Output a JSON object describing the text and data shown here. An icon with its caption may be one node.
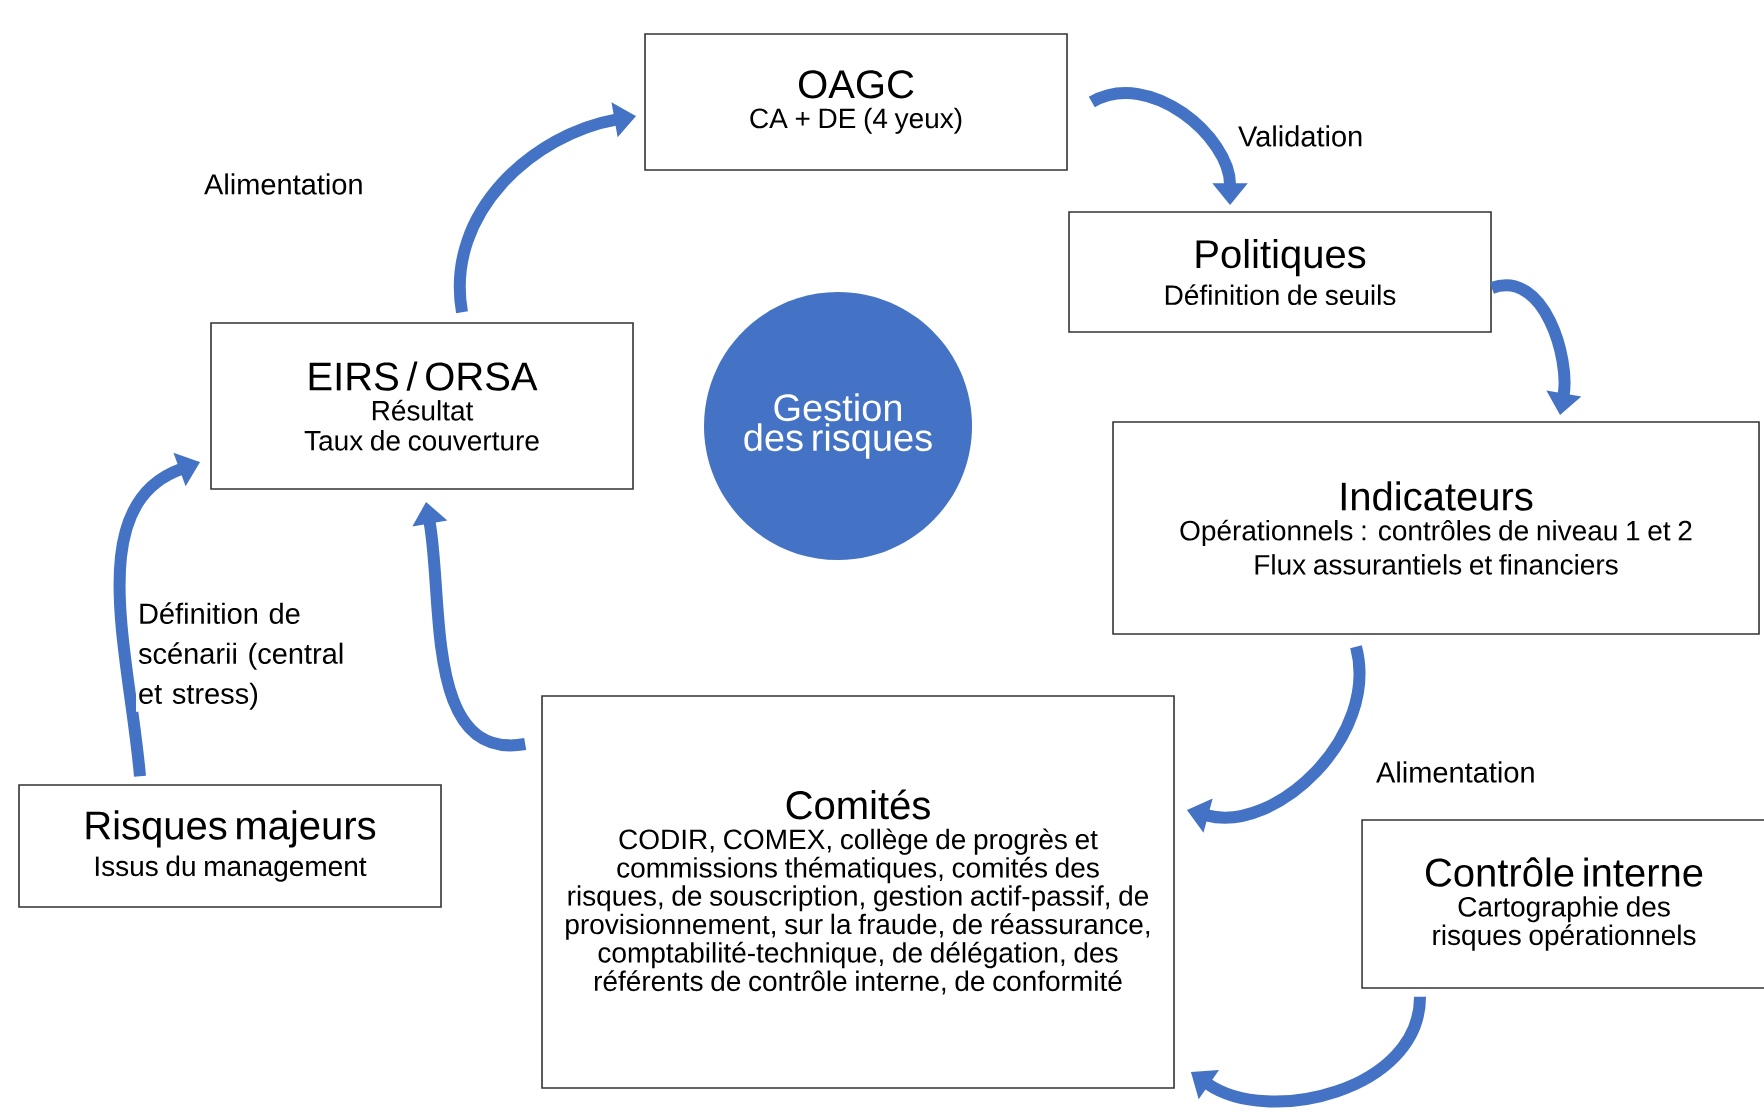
{
  "diagram": {
    "nodes": [
      {
        "text": [
          "OAGC",
          "CA + DE (4 yeux)"
        ]
      },
      {
        "text": [
          "Politiques",
          "Définition de seuils"
        ]
      },
      {
        "text": [
          "EIRS / ORSA",
          "Résultat",
          "Taux de couverture"
        ]
      },
      {
        "text": [
          "Gestion des risques"
        ]
      },
      {
        "text": [
          "Indicateurs",
          "Opérationnels : contrôles de niveau 1 et 2",
          "Flux assurantiels et financiers"
        ]
      },
      {
        "text": [
          "Risques majeurs",
          "Issus du management"
        ]
      },
      {
        "text": [
          "Comités",
          "CODIR, COMEX, collège de progrès et commissions thématiques, comités des risques, de souscription, gestion actif-passif, de provisionnement, sur la fraude, de réassurance, comptabilité-technique, de délégation, des référents de contrôle interne, de conformité"
        ]
      },
      {
        "text": [
          "Contrôle interne",
          "Cartographie des risques opérationnels"
        ]
      }
    ],
    "edges": [
      {
        "from": 2,
        "to": 0,
        "arrow": "to",
        "label": "Alimentation"
      },
      {
        "from": 0,
        "to": 1,
        "arrow": "to",
        "label": "Validation"
      },
      {
        "from": 1,
        "to": 4,
        "arrow": "to"
      },
      {
        "from": 4,
        "to": 6,
        "arrow": "to",
        "label": "Alimentation"
      },
      {
        "from": 7,
        "to": 6,
        "arrow": "to"
      },
      {
        "from": 6,
        "to": 2,
        "arrow": "to"
      },
      {
        "from": 5,
        "to": 2,
        "arrow": "to",
        "label": "Définition de scénarii (central et stress)"
      }
    ]
  }
}
